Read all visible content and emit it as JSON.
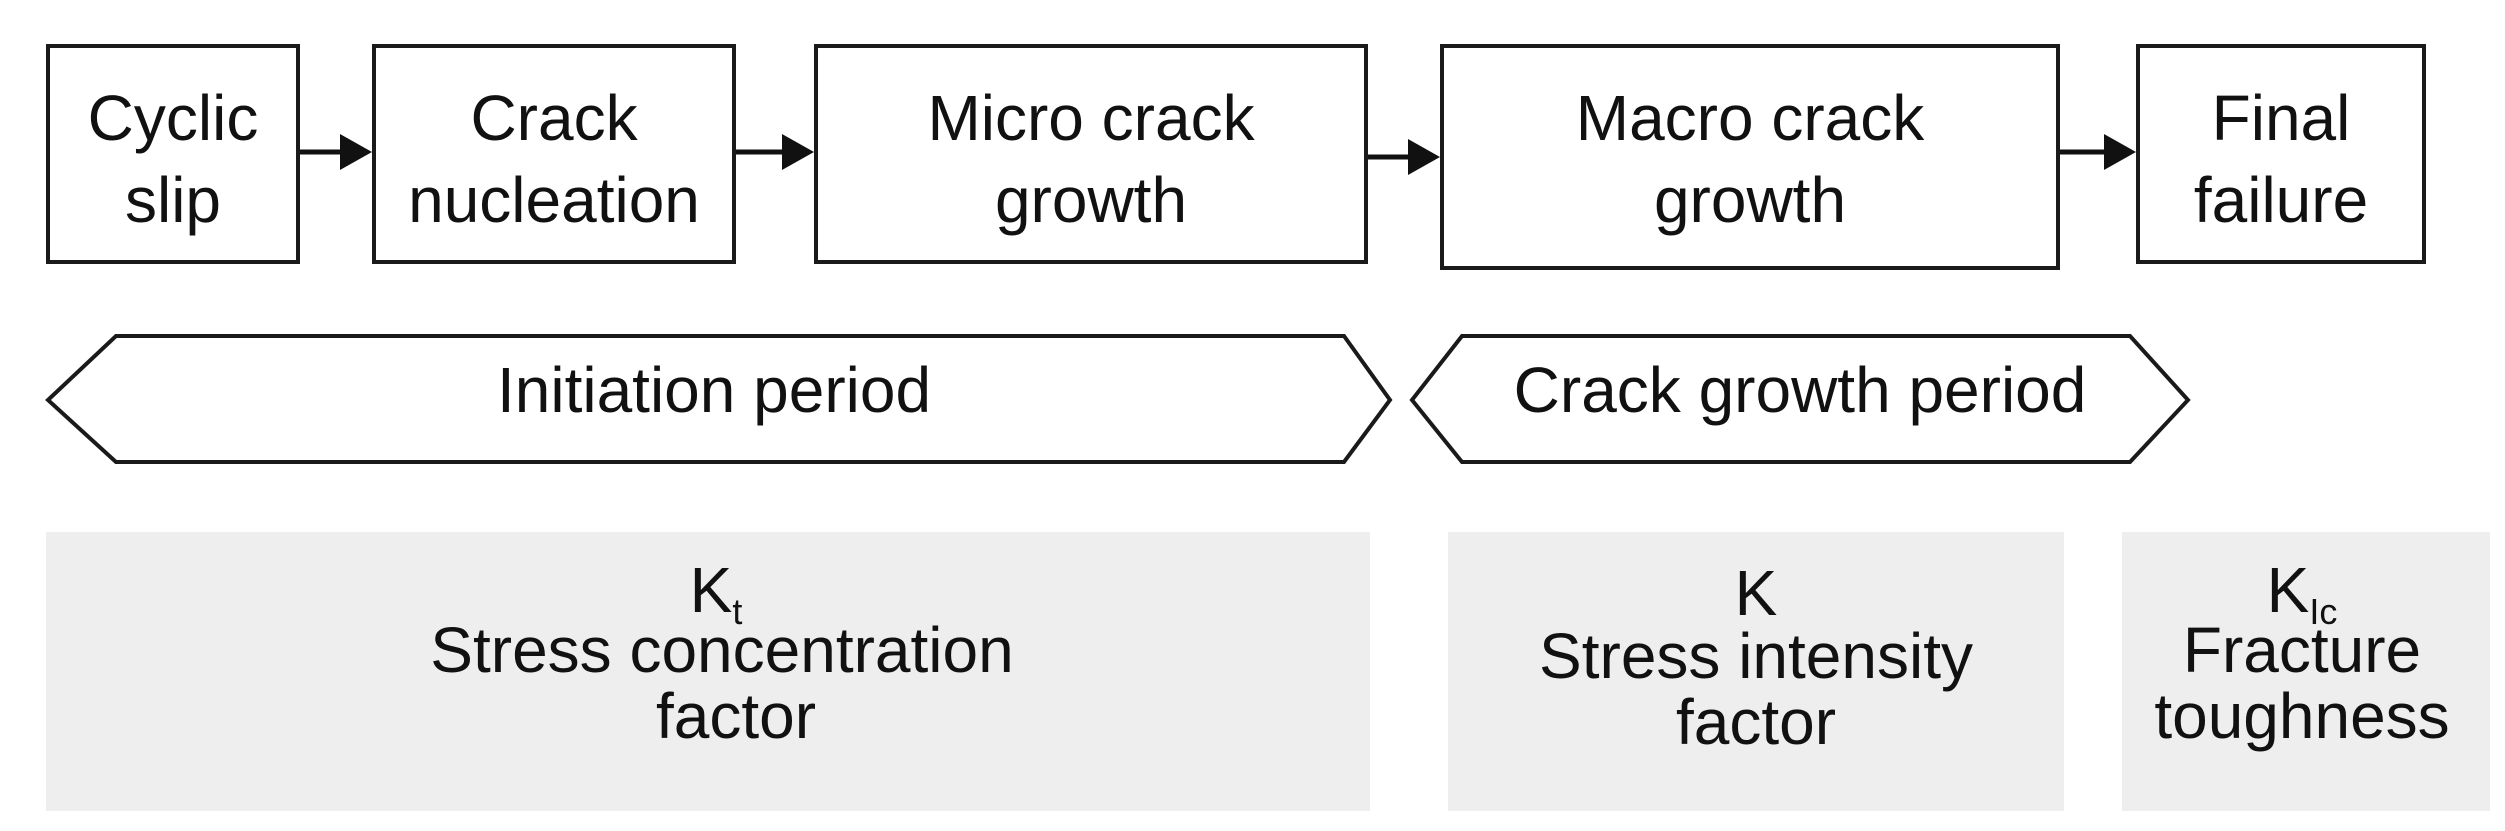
{
  "stages": [
    {
      "id": "cyclic-slip",
      "lines": [
        "Cyclic",
        "slip"
      ]
    },
    {
      "id": "crack-nucleation",
      "lines": [
        "Crack",
        "nucleation"
      ]
    },
    {
      "id": "micro-crack-growth",
      "lines": [
        "Micro crack",
        "growth"
      ]
    },
    {
      "id": "macro-crack-growth",
      "lines": [
        "Macro crack",
        "growth"
      ]
    },
    {
      "id": "final-failure",
      "lines": [
        "Final",
        "failure"
      ]
    }
  ],
  "periods": {
    "initiation": "Initiation period",
    "crack_growth": "Crack growth period"
  },
  "parameters": {
    "stress_concentration": {
      "symbol": "K",
      "subscript": "t",
      "lines": [
        "Stress concentration",
        "factor"
      ]
    },
    "stress_intensity": {
      "symbol": "K",
      "subscript": "",
      "lines": [
        "Stress intensity",
        "factor"
      ]
    },
    "fracture_toughness": {
      "symbol": "K",
      "subscript": "Ic",
      "lines": [
        "Fracture",
        "toughness"
      ]
    }
  },
  "colors": {
    "parameter_fill": "#eeeeee",
    "stroke": "#1a1a1a"
  }
}
